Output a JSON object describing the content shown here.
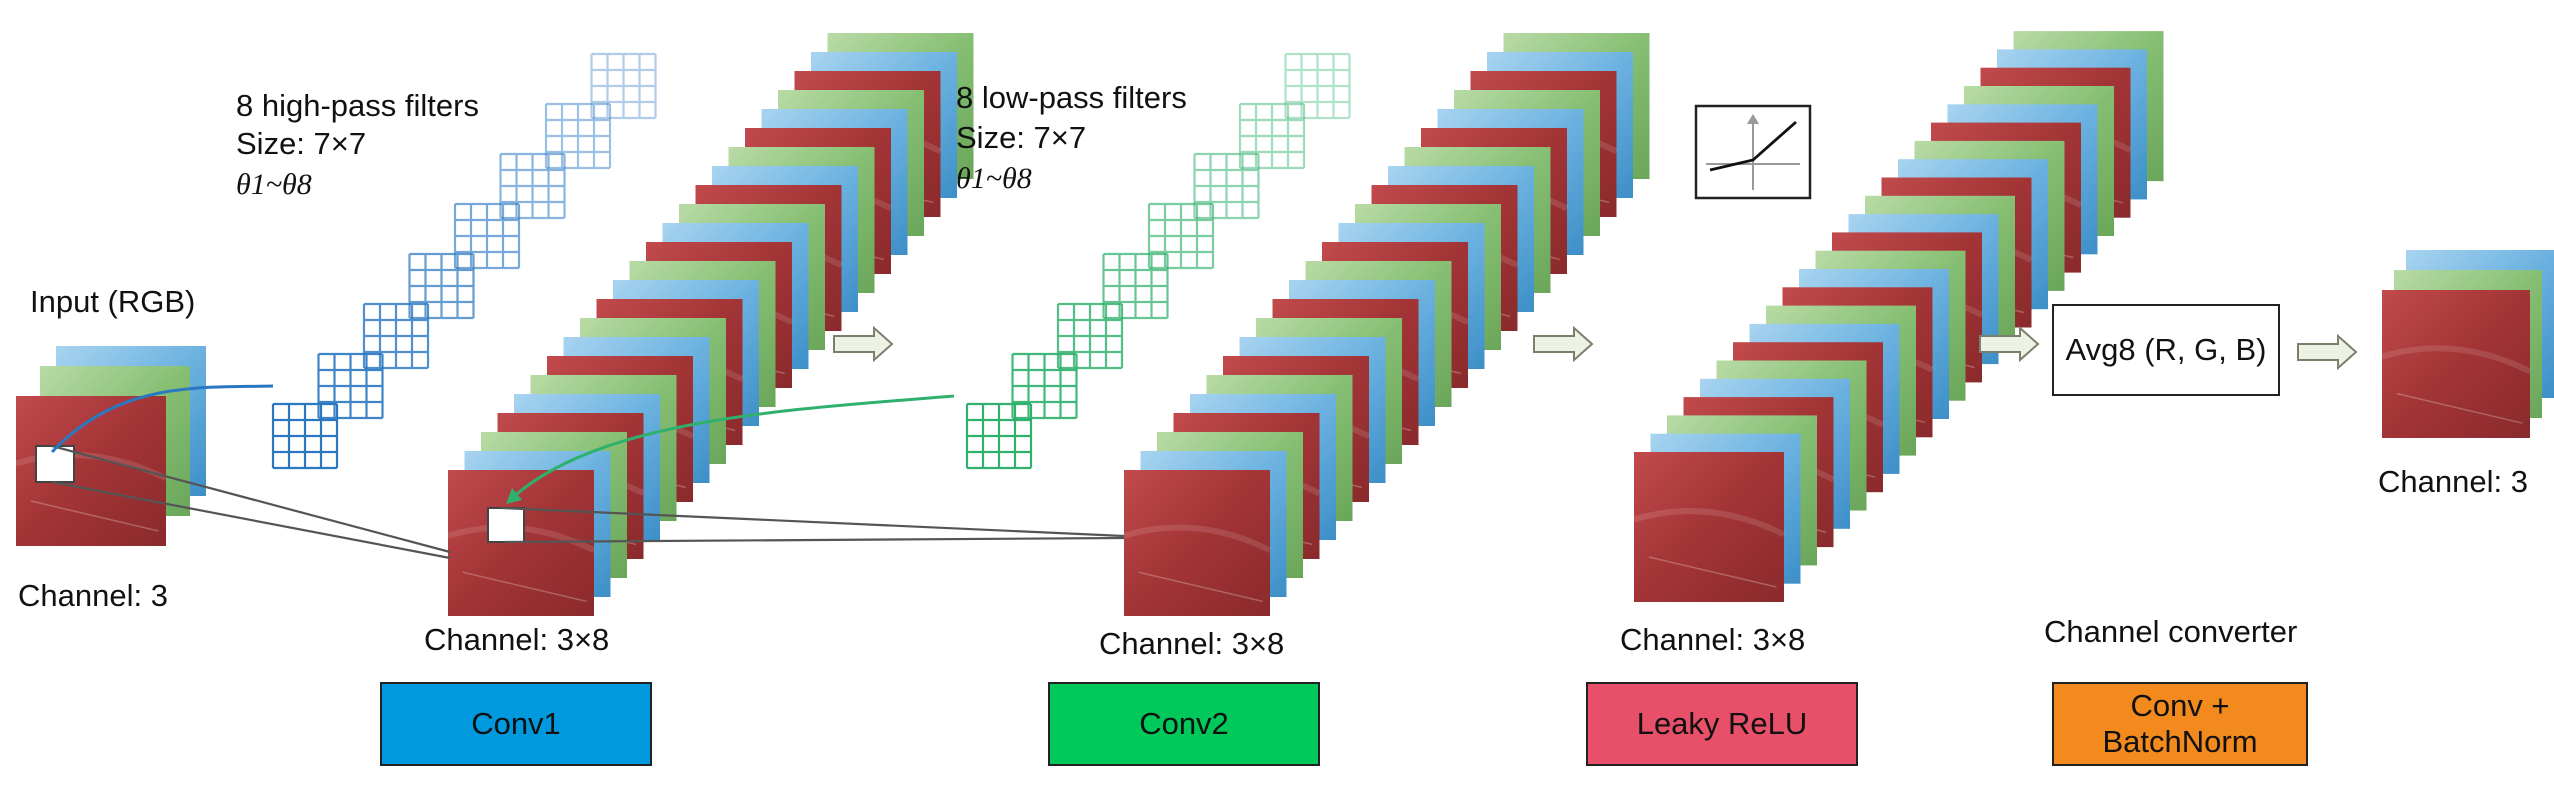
{
  "input": {
    "title": "Input (RGB)",
    "channel": "Channel: 3"
  },
  "stages": [
    {
      "name": "Conv1",
      "color": "#0099dd",
      "channel": "Channel: 3×8",
      "filter_title": "8 high-pass filters",
      "filter_size": "Size: 7×7",
      "filter_theta": "θ1~θ8",
      "filter_color": "#2b78c2"
    },
    {
      "name": "Conv2",
      "color": "#00c85a",
      "channel": "Channel: 3×8",
      "filter_title": "8 low-pass filters",
      "filter_size": "Size: 7×7",
      "filter_theta": "θ1~θ8",
      "filter_color": "#2fb06c"
    },
    {
      "name": "Leaky ReLU",
      "color": "#e8506a",
      "channel": "Channel: 3×8"
    }
  ],
  "converter": {
    "title": "Channel converter",
    "op": "Avg8 (R, G, B)",
    "label_line1": "Conv +",
    "label_line2": "BatchNorm",
    "color": "#f28a1e"
  },
  "output": {
    "channel": "Channel: 3"
  },
  "colors": {
    "red_map": "#a83a3c",
    "green_map": "#8cc37c",
    "blue_map": "#5fa6d8",
    "arrow_fill": "#eef2e4",
    "arrow_stroke": "#7a806e"
  }
}
